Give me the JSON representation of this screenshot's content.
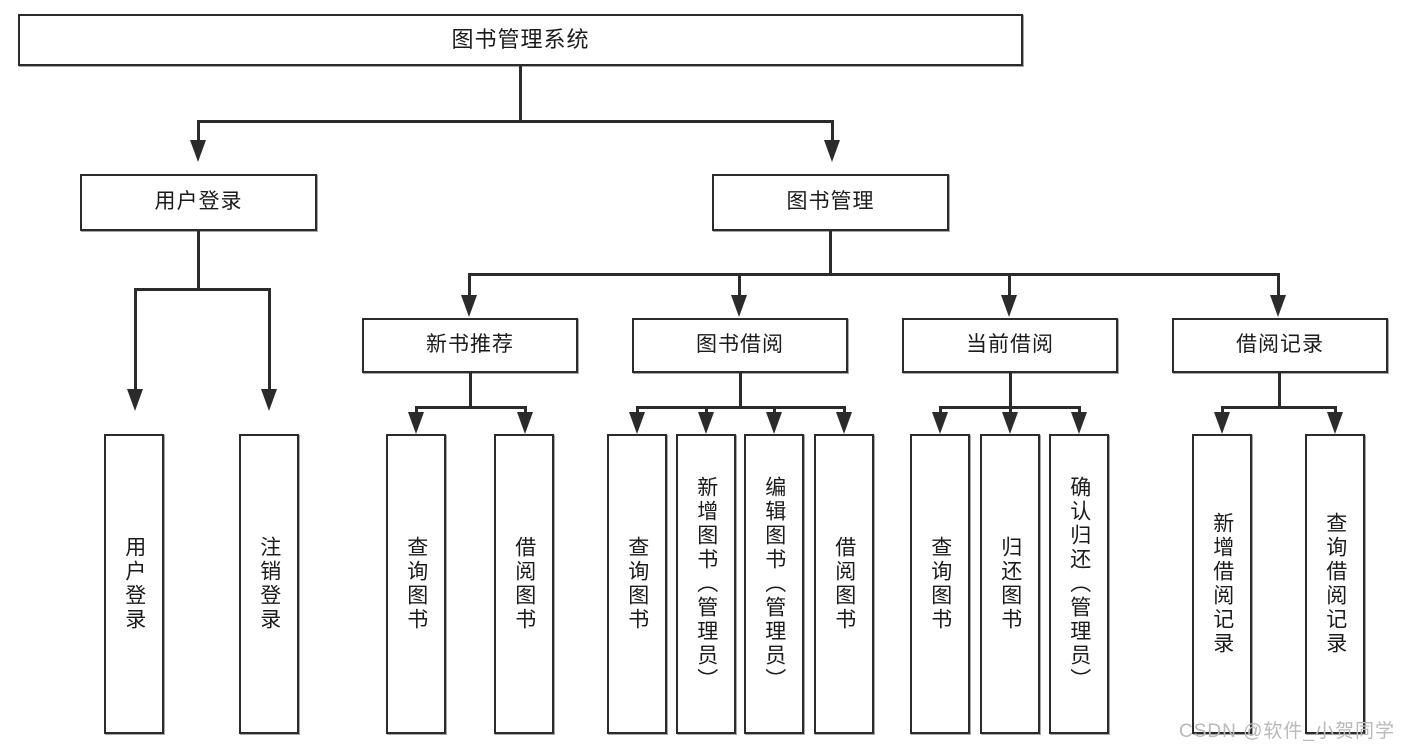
{
  "diagram": {
    "type": "tree-hierarchy",
    "title": "图书管理系统",
    "watermark": "CSDN @软件_小贺同学",
    "colors": {
      "stroke": "#2b2b2b",
      "fill": "#ffffff",
      "text": "#1b1b1b",
      "watermark": "#b9b9b9"
    },
    "root": {
      "label": "图书管理系统"
    },
    "level1": [
      {
        "label": "用户登录"
      },
      {
        "label": "图书管理"
      }
    ],
    "level2": [
      {
        "label": "新书推荐"
      },
      {
        "label": "图书借阅"
      },
      {
        "label": "当前借阅"
      },
      {
        "label": "借阅记录"
      }
    ],
    "leaves": {
      "user_login": [
        {
          "label": "用户登录"
        },
        {
          "label": "注销登录"
        }
      ],
      "new_book_recommend": [
        {
          "label": "查询图书"
        },
        {
          "label": "借阅图书"
        }
      ],
      "book_borrow": [
        {
          "label": "查询图书"
        },
        {
          "label": "新增图书（管理员）"
        },
        {
          "label": "编辑图书（管理员）"
        },
        {
          "label": "借阅图书"
        }
      ],
      "current_borrow": [
        {
          "label": "查询图书"
        },
        {
          "label": "归还图书"
        },
        {
          "label": "确认归还（管理员）"
        }
      ],
      "borrow_record": [
        {
          "label": "新增借阅记录"
        },
        {
          "label": "查询借阅记录"
        }
      ]
    }
  }
}
